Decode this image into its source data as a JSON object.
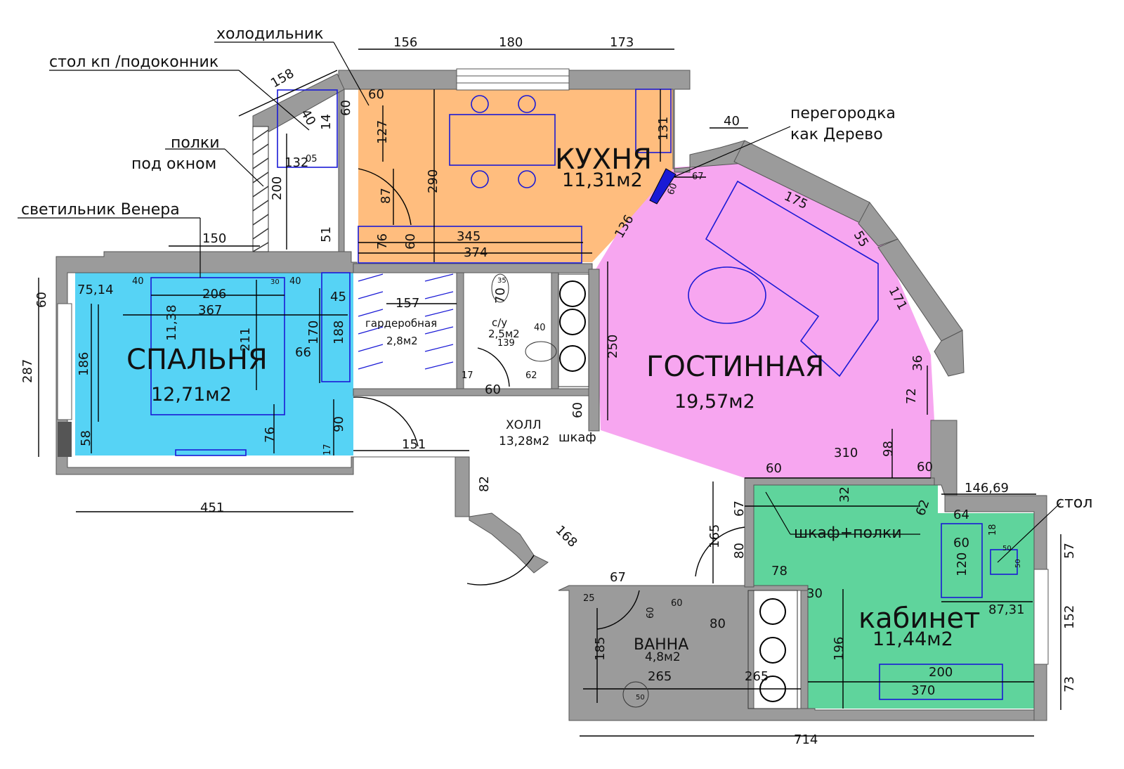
{
  "rooms": {
    "kitchen": {
      "name": "КУХНЯ",
      "area": "11,31м2",
      "color": "#ffbd7e"
    },
    "living": {
      "name": "ГОСТИННАЯ",
      "area": "19,57м2",
      "color": "#f7a6f0"
    },
    "bedroom": {
      "name": "СПАЛЬНЯ",
      "area": "12,71м2",
      "color": "#56d3f5"
    },
    "study": {
      "name": "кабинет",
      "area": "11,44м2",
      "color": "#5fd49c"
    },
    "bath": {
      "name": "ВАННА",
      "area": "4,8м2",
      "color": "#eeee96"
    },
    "hall": {
      "name": "ХОЛЛ",
      "area": "13,28м2"
    },
    "wardrobe": {
      "name": "гардеробная",
      "area": "2,8м2"
    },
    "wc": {
      "name": "с/у",
      "area": "2,5м2"
    }
  },
  "notes": {
    "fridge": "холодильник",
    "table_sill": "стол кп /подоконник",
    "shelves1": "полки",
    "shelves2": "под окном",
    "lamp": "светильник  Венера",
    "partition1": "перегородка",
    "partition2": "как Дерево",
    "cabinet": "шкаф",
    "cabinet_shelves": "шкаф+полки",
    "desk": "стол"
  },
  "dims": {
    "d156": "156",
    "d180": "180",
    "d173": "173",
    "d158": "158",
    "d60a": "60",
    "d60b": "60",
    "d40a": "40",
    "d14": "14",
    "d127": "127",
    "d290": "290",
    "d131": "131",
    "d40b": "40",
    "d67a": "67",
    "d60c": "60",
    "d175": "175",
    "d55": "55",
    "d171": "171",
    "d36": "36",
    "d132": "132",
    "d05": "05",
    "d200a": "200",
    "d87a": "87",
    "d136": "136",
    "d51": "51",
    "d76a": "76",
    "d60d": "60",
    "d345": "345",
    "d374": "374",
    "d150": "150",
    "d60e": "60",
    "d75_14": "75,14",
    "d40c": "40",
    "d30": "30",
    "d40d": "40",
    "d206": "206",
    "d45": "45",
    "d367": "367",
    "d11_38": "11,38",
    "d211": "211",
    "d170": "170",
    "d188": "188",
    "d157": "157",
    "d35": "35",
    "d70": "70",
    "d139": "139",
    "d287": "287",
    "d186": "186",
    "d66": "66",
    "d17a": "17",
    "d62a": "62",
    "d60f": "60",
    "d250": "250",
    "d72": "72",
    "d58": "58",
    "d76b": "76",
    "d90": "90",
    "d17b": "17",
    "d151": "151",
    "d60g": "60",
    "d98": "98",
    "d310": "310",
    "d60h": "60",
    "d60i": "60",
    "d451": "451",
    "d82": "82",
    "d67b": "67",
    "d32": "32",
    "d62b": "62",
    "d146_69": "146,69",
    "d64": "64",
    "d18": "18",
    "d165": "165",
    "d168": "168",
    "d60j": "60",
    "d120": "120",
    "d50a": "50",
    "d50b": "50",
    "d57": "57",
    "d80a": "80",
    "d67c": "67",
    "d78": "78",
    "d30b": "30",
    "d25": "25",
    "d60k": "60",
    "d60l": "60",
    "d80b": "80",
    "d185": "185",
    "d196": "196",
    "d87_31": "87,31",
    "d152": "152",
    "d265a": "265",
    "d265b": "265",
    "d200b": "200",
    "d370": "370",
    "d73": "73",
    "d50c": "50",
    "d714": "714",
    "d40e": "40"
  }
}
